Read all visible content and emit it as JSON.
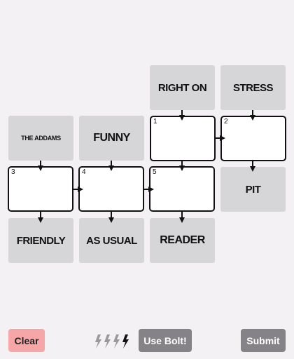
{
  "clues": {
    "right_on": "RIGHT ON",
    "stress": "STRESS",
    "the_addams": "THE ADDAMS",
    "funny": "FUNNY",
    "pit": "PIT",
    "friendly": "FRIENDLY",
    "as_usual": "AS USUAL",
    "reader": "READER"
  },
  "cells": {
    "c1": {
      "number": "1",
      "value": ""
    },
    "c2": {
      "number": "2",
      "value": ""
    },
    "c3": {
      "number": "3",
      "value": ""
    },
    "c4": {
      "number": "4",
      "value": ""
    },
    "c5": {
      "number": "5",
      "value": ""
    }
  },
  "controls": {
    "clear_label": "Clear",
    "use_bolt_label": "Use Bolt!",
    "submit_label": "Submit",
    "bolts_total": 4,
    "bolts_used": 3
  },
  "colors": {
    "clue_bg": "#d6d5d7",
    "cell_border": "#111111",
    "clear_bg": "#f7a6a8",
    "button_bg": "#858387",
    "bolt_used": "#9a989c",
    "bolt_available": "#111111"
  },
  "icons": {
    "bolt": "lightning-bolt-icon",
    "arrow": "arrow-icon"
  }
}
